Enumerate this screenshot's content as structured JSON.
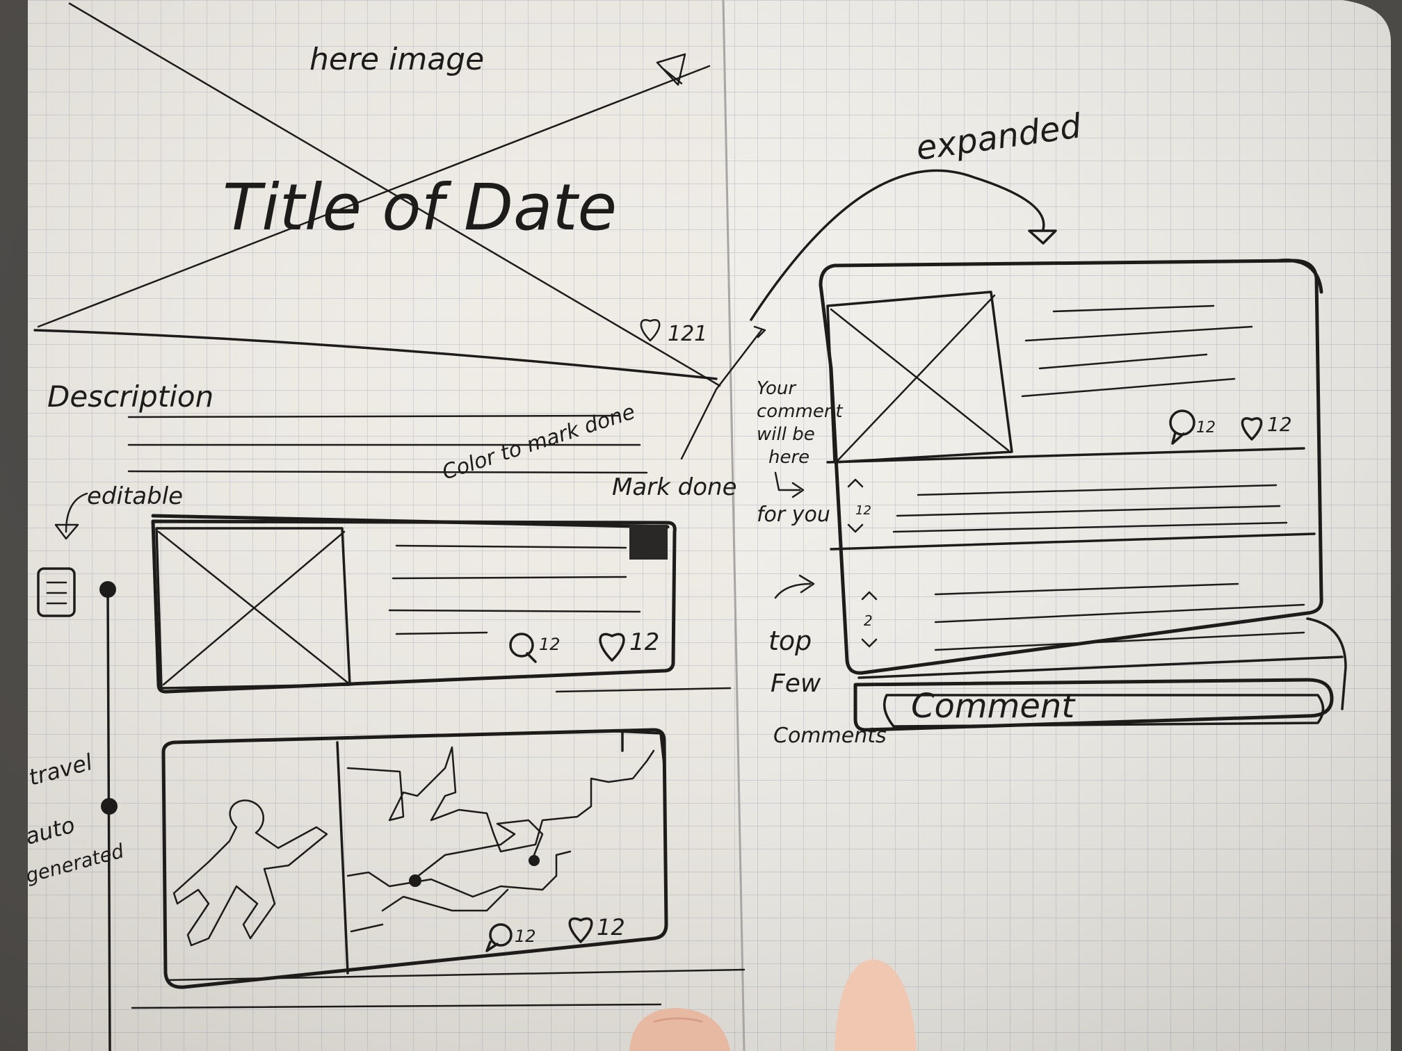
{
  "left_page": {
    "image_placeholder_label": "here image",
    "title": "Title of Date",
    "description_label": "Description",
    "editable_label": "editable",
    "color_note": "Color to mark done",
    "mark_done_label": "Mark done",
    "like_count_top": "121",
    "card1": {
      "comments": "12",
      "likes": "12"
    },
    "card2": {
      "comments": "12",
      "likes": "12"
    },
    "timeline_labels": {
      "travel": "travel",
      "auto": "auto",
      "generated": "generated"
    }
  },
  "right_page": {
    "expanded_label": "expanded",
    "card": {
      "comments": "12",
      "likes": "12"
    },
    "your_comment_note": [
      "Your",
      "comment",
      "will be",
      "here",
      "for you"
    ],
    "top_few_note": [
      "top",
      "Few",
      "Comments"
    ],
    "comment_votes_1": "12",
    "comment_votes_2": "2",
    "comment_button_label": "Comment"
  },
  "colors": {
    "paper": "#efece6",
    "ink": "#1e1c1a",
    "grid": "#c9c9cc",
    "background": "#3d3b38"
  }
}
